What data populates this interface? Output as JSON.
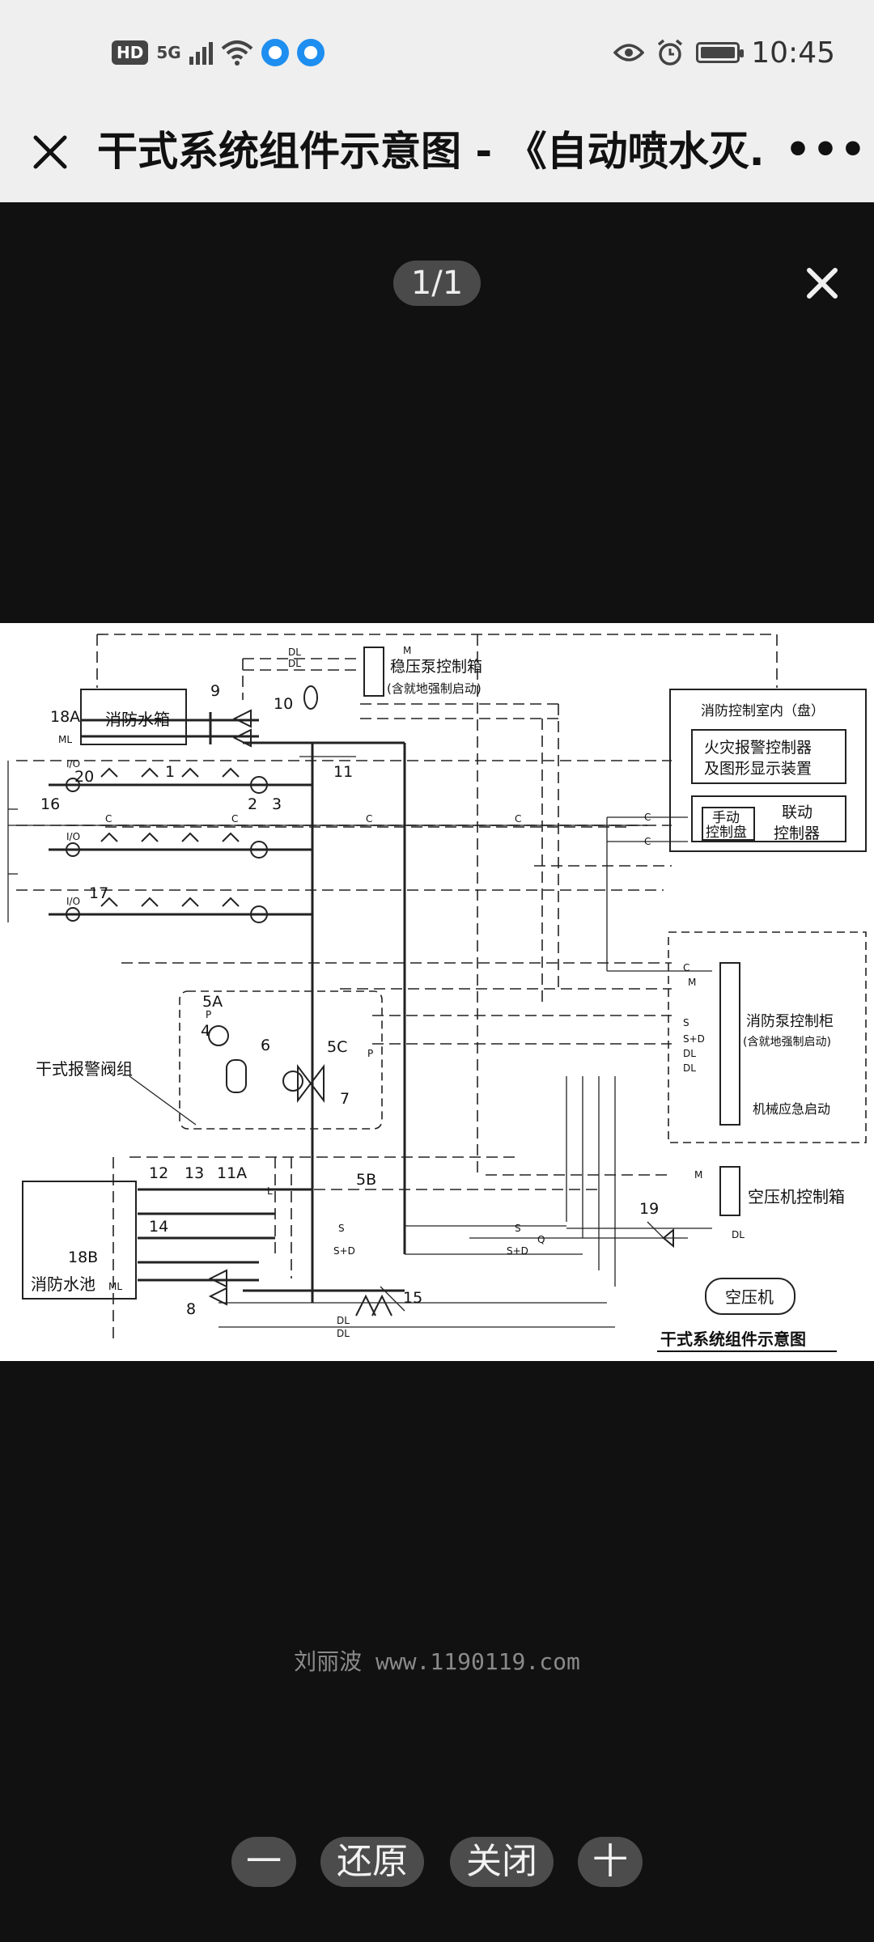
{
  "status_bar": {
    "hd": "HD",
    "network": "5G",
    "time": "10:45"
  },
  "title_bar": {
    "title": "干式系统组件示意图 - 《自动喷水灭...",
    "more": "•••"
  },
  "viewer": {
    "counter": "1/1",
    "watermark": "刘丽波 www.1190119.com"
  },
  "diagram": {
    "caption": "干式系统组件示意图",
    "boxes": {
      "fire_tank": "消防水箱",
      "fire_pool": "消防水池",
      "stab_pump_box": "稳压泵控制箱",
      "stab_pump_box_note": "(含就地强制启动)",
      "control_room": "消防控制室内（盘）",
      "alarm_controller_1": "火灾报警控制器",
      "alarm_controller_2": "及图形显示装置",
      "manual_panel_1": "手动",
      "manual_panel_2": "控制盘",
      "linkage_1": "联动",
      "linkage_2": "控制器",
      "pump_cabinet": "消防泵控制柜",
      "pump_cabinet_note": "(含就地强制启动)",
      "mech_emergency": "机械应急启动",
      "compressor_box": "空压机控制箱",
      "compressor": "空压机",
      "alarm_valve_group": "干式报警阀组"
    },
    "numbers": [
      "18A",
      "9",
      "10",
      "11",
      "20",
      "1",
      "2",
      "3",
      "16",
      "17",
      "5A",
      "4",
      "6",
      "5C",
      "7",
      "12",
      "13",
      "11A",
      "5B",
      "14",
      "18B",
      "8",
      "15",
      "19"
    ],
    "signals": {
      "dl": "DL",
      "c": "C",
      "s": "S",
      "sd": "S+D",
      "q": "Q",
      "m": "M",
      "io": "I/O",
      "l": "L",
      "p": "P",
      "ml": "ML"
    }
  },
  "controls": {
    "zoom_out": "一",
    "restore": "还原",
    "close": "关闭",
    "zoom_in": "十"
  }
}
